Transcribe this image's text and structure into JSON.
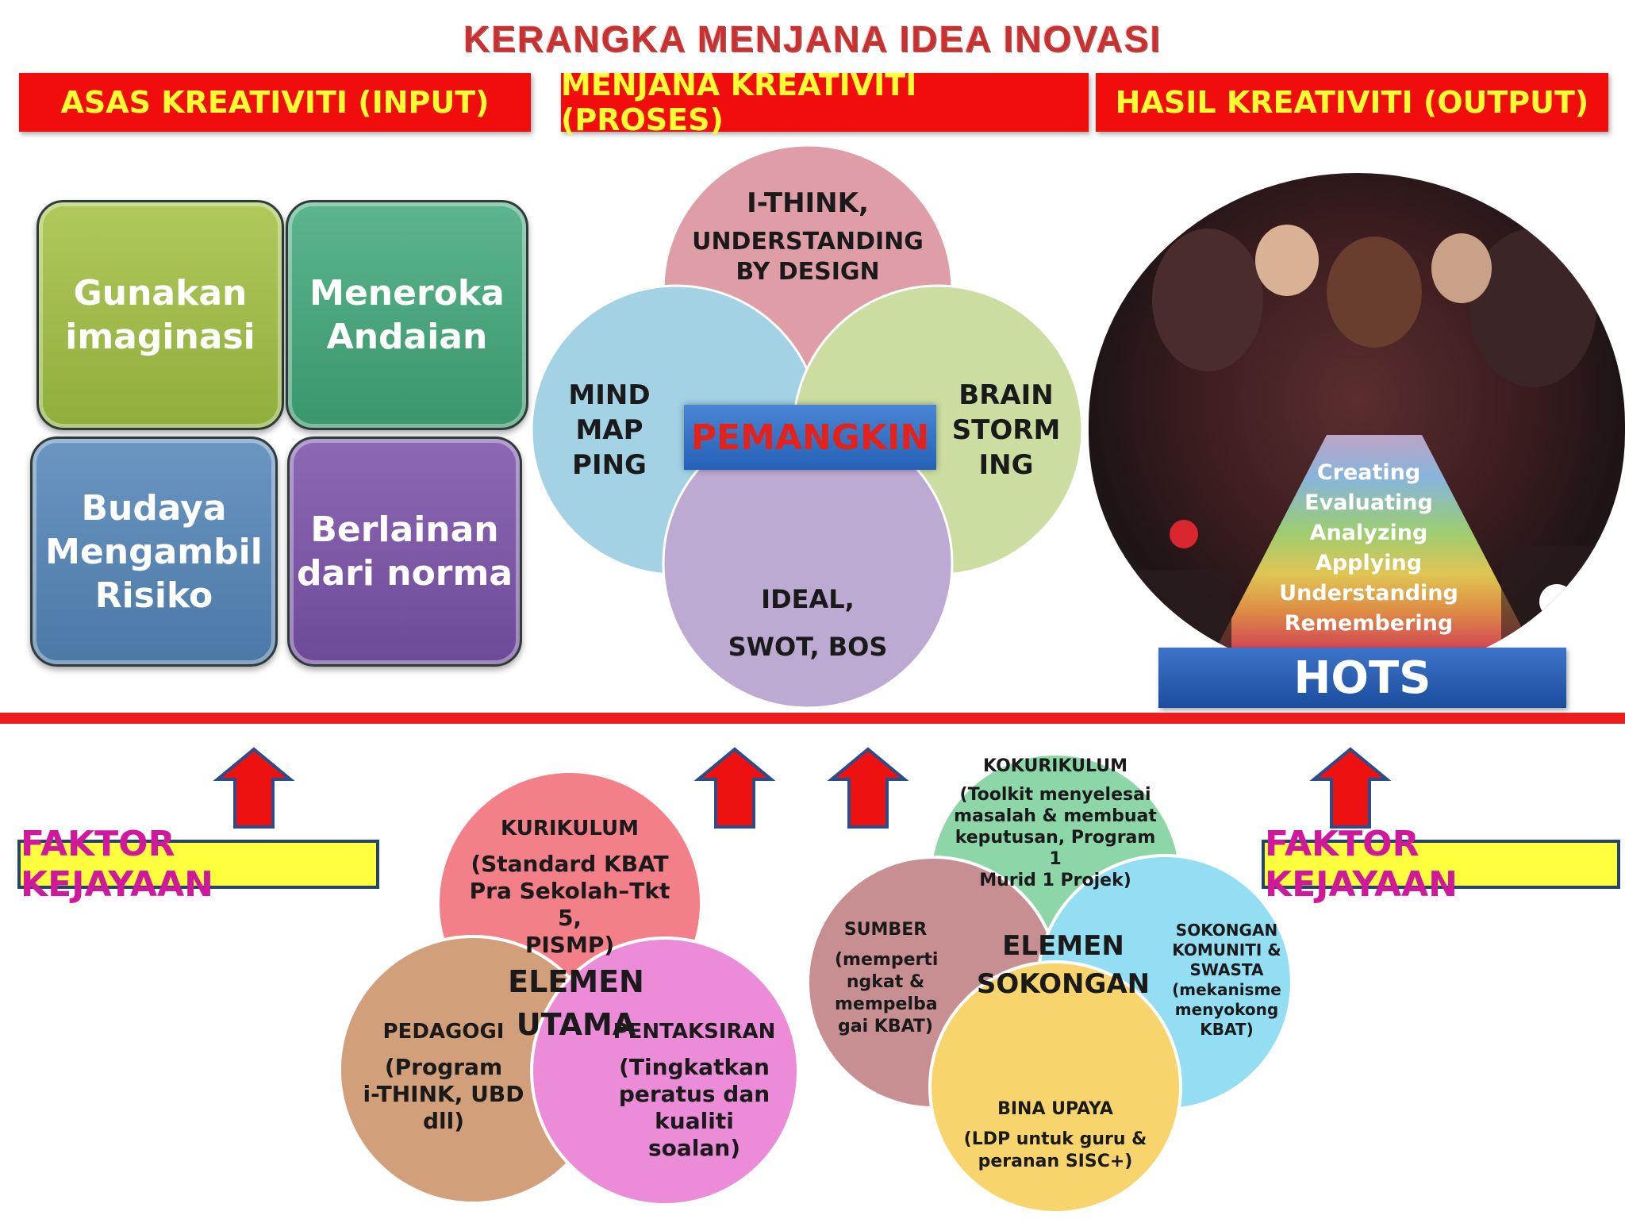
{
  "title": "KERANGKA MENJANA IDEA INOVASI",
  "headers": {
    "input": "ASAS KREATIVITI (INPUT)",
    "proses": "MENJANA KREATIVITI (PROSES)",
    "output": "HASIL KREATIVITI (OUTPUT)"
  },
  "input_tiles": [
    {
      "line1": "Gunakan",
      "line2": "imaginasi",
      "line3": "",
      "color": "#9fbd4a"
    },
    {
      "line1": "Meneroka",
      "line2": "Andaian",
      "line3": "",
      "color": "#4aa67c"
    },
    {
      "line1": "Budaya",
      "line2": "Mengambil",
      "line3": "Risiko",
      "color": "#5b87b4"
    },
    {
      "line1": "Berlainan",
      "line2": "dari norma",
      "line3": "",
      "color": "#7d5aa8"
    }
  ],
  "proses": {
    "center": "PEMANGKIN",
    "top": {
      "line1": "I-THINK,",
      "line2": "UNDERSTANDING",
      "line3": "BY DESIGN"
    },
    "left": {
      "line1": "MIND",
      "line2": "MAP",
      "line3": "PING"
    },
    "right": {
      "line1": "BRAIN",
      "line2": "STORM",
      "line3": "ING"
    },
    "bottom": {
      "line1": "IDEAL,",
      "line2": "SWOT, BOS"
    }
  },
  "output": {
    "levels": [
      "Creating",
      "Evaluating",
      "Analyzing",
      "Applying",
      "Understanding",
      "Remembering"
    ],
    "label": "HOTS"
  },
  "faktor_left": "FAKTOR KEJAYAAN",
  "faktor_right": "FAKTOR KEJAYAAN",
  "elemen_utama": {
    "center_line1": "ELEMEN",
    "center_line2": "UTAMA",
    "kurikulum": {
      "title": "KURIKULUM",
      "l1": "(Standard KBAT",
      "l2": "Pra Sekolah–Tkt 5,",
      "l3": "PISMP)"
    },
    "pedagogi": {
      "title": "PEDAGOGI",
      "l1": "(Program",
      "l2": "i-THINK, UBD",
      "l3": "dll)"
    },
    "pentaksiran": {
      "title": "PENTAKSIRAN",
      "l1": "(Tingkatkan",
      "l2": "peratus dan",
      "l3": "kualiti soalan)"
    }
  },
  "elemen_sokongan": {
    "center_line1": "ELEMEN",
    "center_line2": "SOKONGAN",
    "kokurikulum": {
      "title": "KOKURIKULUM",
      "l1": "(Toolkit menyelesai",
      "l2": "masalah & membuat",
      "l3": "keputusan, Program 1",
      "l4": "Murid 1 Projek)"
    },
    "sumber": {
      "title": "SUMBER",
      "l1": "(memperti",
      "l2": "ngkat &",
      "l3": "mempelba",
      "l4": "gai KBAT)"
    },
    "sokongan": {
      "title": "SOKONGAN",
      "l1": "KOMUNITI &",
      "l2": "SWASTA",
      "l3": "(mekanisme",
      "l4": "menyokong",
      "l5": "KBAT)"
    },
    "bina_upaya": {
      "title": "BINA UPAYA",
      "l1": "(LDP untuk guru &",
      "l2": "peranan SISC+)"
    }
  }
}
